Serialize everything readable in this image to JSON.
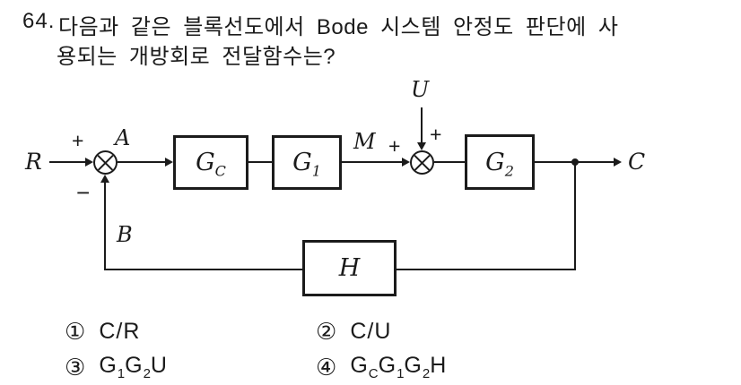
{
  "question": {
    "number": "64.",
    "line1": "다음과 같은 블록선도에서 Bode 시스템 안정도 판단에 사",
    "line2": "용되는 개방회로 전달함수는?"
  },
  "diagram": {
    "input_label": "R",
    "node_a": "A",
    "node_b": "B",
    "node_m": "M",
    "disturbance_label": "U",
    "output_label": "C",
    "sum1_plus": "+",
    "sum1_minus": "−",
    "sum2_plus_left": "+",
    "sum2_plus_right": "+",
    "blocks": {
      "gc": {
        "main": "G",
        "sub": "C"
      },
      "g1": {
        "main": "G",
        "sub": "1"
      },
      "g2": {
        "main": "G",
        "sub": "2"
      },
      "h": {
        "main": "H",
        "sub": ""
      }
    }
  },
  "options": {
    "o1": {
      "num": "①",
      "label": "C/R"
    },
    "o2": {
      "num": "②",
      "label": "C/U"
    },
    "o3": {
      "num": "③",
      "p1": "G",
      "s1": "1",
      "p2": "G",
      "s2": "2",
      "p3": "U"
    },
    "o4": {
      "num": "④",
      "p1": "G",
      "s1": "C",
      "p2": "G",
      "s2": "1",
      "p3": "G",
      "s3": "2",
      "p4": "H"
    }
  },
  "colors": {
    "ink": "#1b1b1b",
    "paper": "#ffffff"
  }
}
